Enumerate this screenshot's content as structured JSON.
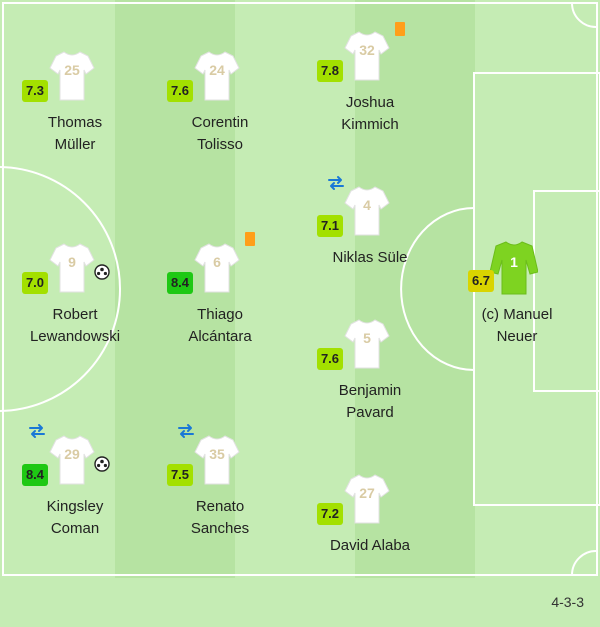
{
  "lineup": {
    "formation": "4-3-3",
    "players": [
      {
        "id": "muller",
        "number": "25",
        "rating": "7.3",
        "first": "Thomas",
        "last": "Müller",
        "rating_color": "#a3e000"
      },
      {
        "id": "tolisso",
        "number": "24",
        "rating": "7.6",
        "first": "Corentin",
        "last": "Tolisso",
        "rating_color": "#a3e000"
      },
      {
        "id": "kimmich",
        "number": "32",
        "rating": "7.8",
        "first": "Joshua",
        "last": "Kimmich",
        "rating_color": "#a3e000"
      },
      {
        "id": "sule",
        "number": "4",
        "rating": "7.1",
        "first": "Niklas Süle",
        "last": "",
        "rating_color": "#a3e000"
      },
      {
        "id": "lewandowski",
        "number": "9",
        "rating": "7.0",
        "first": "Robert",
        "last": "Lewandowski",
        "rating_color": "#a3e000"
      },
      {
        "id": "thiago",
        "number": "6",
        "rating": "8.4",
        "first": "Thiago",
        "last": "Alcántara",
        "rating_color": "#1ec814"
      },
      {
        "id": "neuer",
        "number": "1",
        "rating": "6.7",
        "first": "(c) Manuel",
        "last": "Neuer",
        "rating_color": "#d9d400"
      },
      {
        "id": "pavard",
        "number": "5",
        "rating": "7.6",
        "first": "Benjamin",
        "last": "Pavard",
        "rating_color": "#a3e000"
      },
      {
        "id": "coman",
        "number": "29",
        "rating": "8.4",
        "first": "Kingsley",
        "last": "Coman",
        "rating_color": "#1ec814"
      },
      {
        "id": "sanches",
        "number": "35",
        "rating": "7.5",
        "first": "Renato",
        "last": "Sanches",
        "rating_color": "#a3e000"
      },
      {
        "id": "alaba",
        "number": "27",
        "rating": "7.2",
        "first": "David Alaba",
        "last": "",
        "rating_color": "#a3e000"
      }
    ]
  },
  "colors": {
    "yellow_card": "#ff9f1a",
    "sub_icon": "#1a78d6",
    "gk_shirt": "#7ed321",
    "outfield_shirt": "#ffffff"
  }
}
